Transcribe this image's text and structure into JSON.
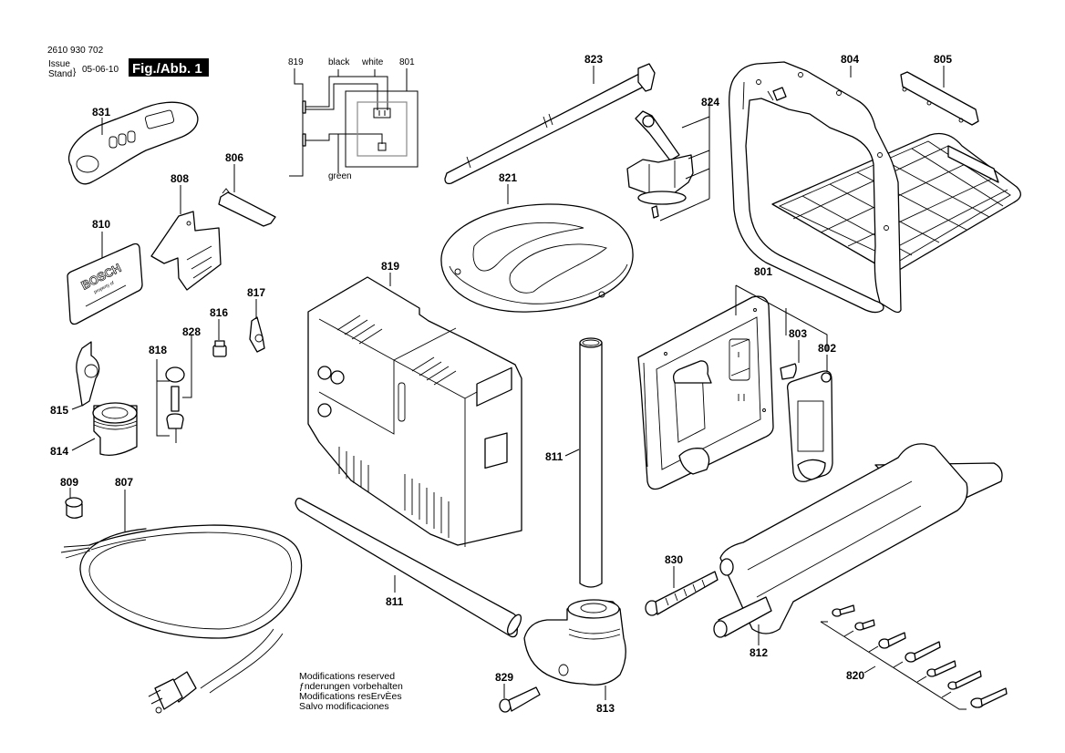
{
  "header": {
    "doc_number": "2610 930 702",
    "issue_label_1": "Issue",
    "issue_label_2": "Stand",
    "brace": "}",
    "issue_date": "05-06-10",
    "figure_label": "Fig./Abb. 1"
  },
  "wiring": {
    "label_819": "819",
    "label_black": "black",
    "label_white": "white",
    "label_801": "801",
    "label_green": "green",
    "wire_colors": {
      "black": "#000000",
      "white": "#000000",
      "green": "#000000"
    }
  },
  "parts": {
    "p831": "831",
    "p806": "806",
    "p808": "808",
    "p810": "810",
    "p817": "817",
    "p816": "816",
    "p818": "818",
    "p828": "828",
    "p815": "815",
    "p814": "814",
    "p809": "809",
    "p807": "807",
    "p819": "819",
    "p821": "821",
    "p823": "823",
    "p824": "824",
    "p804": "804",
    "p805": "805",
    "p801": "801",
    "p803": "803",
    "p802": "802",
    "p811a": "811",
    "p811b": "811",
    "p830": "830",
    "p812": "812",
    "p829": "829",
    "p813": "813",
    "p820": "820"
  },
  "nameplate": {
    "brand": "BOSCH",
    "subtext": "property of"
  },
  "notice": {
    "line1": "Modifications reserved",
    "line2": "ƒnderungen vorbehalten",
    "line3": "Modifications resErvÈes",
    "line4": "Salvo modificaciones"
  }
}
